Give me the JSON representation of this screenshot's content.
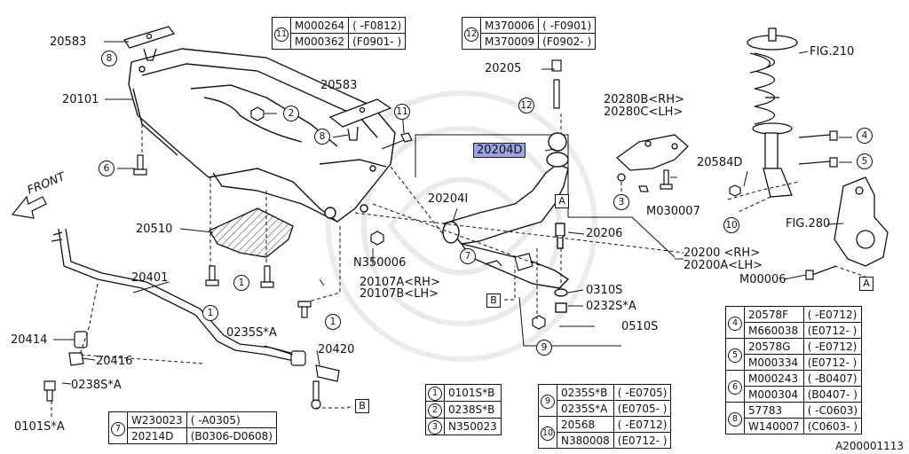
{
  "labels": {
    "p20583a": "20583",
    "p20101": "20101",
    "p20583b": "20583",
    "p20510": "20510",
    "p20401": "20401",
    "p20414": "20414",
    "p20416": "20416",
    "p0238s": "0238S*A",
    "p0101s": "0101S*A",
    "p0235s": "0235S*A",
    "p20420": "20420",
    "p20107a": "20107A<RH>",
    "p20107b": "20107B<LH>",
    "pn350006": "N350006",
    "p20205": "20205",
    "p20204d": "20204D",
    "p20204i": "20204I",
    "p20206": "20206",
    "p20280b": "20280B<RH>",
    "p20280c": "20280C<LH>",
    "pm030007": "M030007",
    "p20200": "20200  <RH>",
    "p20200a": "20200A<LH>",
    "p0310s": "0310S",
    "p0232s": "0232S*A",
    "p0510s": "0510S",
    "pfig210": "FIG.210",
    "p20584d": "20584D",
    "pfig280": "FIG.280",
    "pm00006": "M00006",
    "pfront": "FRONT"
  },
  "callouts": {
    "c8a": "8",
    "c2": "2",
    "c6": "6",
    "c8b": "8",
    "c11": "11",
    "c12": "12",
    "c1a": "1",
    "c1b": "1",
    "c1c": "1",
    "c3": "3",
    "c7": "7",
    "c9": "9",
    "c10": "10",
    "c4": "4",
    "c5": "5"
  },
  "markers": {
    "a1": "A",
    "a2": "A",
    "b1": "B",
    "b2": "B"
  },
  "tables": {
    "t11": {
      "no": "11",
      "rows": [
        [
          "M000264",
          "( -F0812)"
        ],
        [
          "M000362",
          "(F0901- )"
        ]
      ]
    },
    "t12": {
      "no": "12",
      "rows": [
        [
          "M370006",
          "( -F0901)"
        ],
        [
          "M370009",
          "(F0902- )"
        ]
      ]
    },
    "t123": {
      "rows": [
        [
          "1",
          "0101S*B"
        ],
        [
          "2",
          "0238S*B"
        ],
        [
          "3",
          "N350023"
        ]
      ]
    },
    "t910": {
      "rows": [
        [
          "9",
          "0235S*B",
          "( -E0705)"
        ],
        [
          "9",
          "0235S*A",
          "(E0705- )"
        ],
        [
          "10",
          "20568",
          "( -E0712)"
        ],
        [
          "10",
          "N380008",
          "(E0712- )"
        ]
      ]
    },
    "t7": {
      "no": "7",
      "rows": [
        [
          "W230023",
          "(        -A0305)"
        ],
        [
          "20214D",
          "(B0306-D0608)"
        ]
      ]
    },
    "t48": {
      "rows": [
        [
          "4",
          "20578F",
          "( -E0712)"
        ],
        [
          "4",
          "M660038",
          "(E0712- )"
        ],
        [
          "5",
          "20578G",
          "( -E0712)"
        ],
        [
          "5",
          "M000334",
          "(E0712- )"
        ],
        [
          "6",
          "M000243",
          "( -B0407)"
        ],
        [
          "6",
          "M000304",
          "(B0407- )"
        ],
        [
          "8",
          "57783",
          "( -C0603)"
        ],
        [
          "8",
          "W140007",
          "(C0603- )"
        ]
      ]
    }
  },
  "doc_number": "A200001113",
  "colors": {
    "highlight": "#9aa4e0",
    "line": "#111111"
  }
}
